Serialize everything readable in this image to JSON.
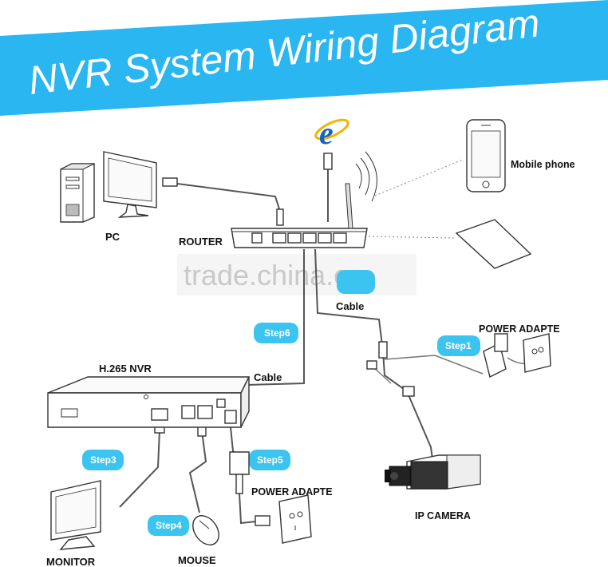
{
  "title": "NVR System Wiring Diagram",
  "watermark": "trade.china.cn",
  "devices": {
    "pc": "PC",
    "router": "ROUTER",
    "mobile": "Mobile phone",
    "nvr": "H.265 NVR",
    "monitor": "MONITOR",
    "mouse": "MOUSE",
    "ip_camera": "IP  CAMERA",
    "power_adapter_camera": "POWER ADAPTE",
    "power_adapter_nvr": "POWER ADAPTE"
  },
  "cables": {
    "router_camera": "Cable",
    "router_nvr": "Cable"
  },
  "steps": {
    "step1": "Step1",
    "step2": "",
    "step3": "Step3",
    "step4": "Step4",
    "step5": "Step5",
    "step6": "Step6"
  },
  "colors": {
    "banner": "#29b6f1",
    "step_badge": "#3cc4f0",
    "ie_blue": "#1565c0",
    "ie_ring": "#f4b400"
  },
  "icons": {
    "internet": "internet-explorer-icon"
  }
}
